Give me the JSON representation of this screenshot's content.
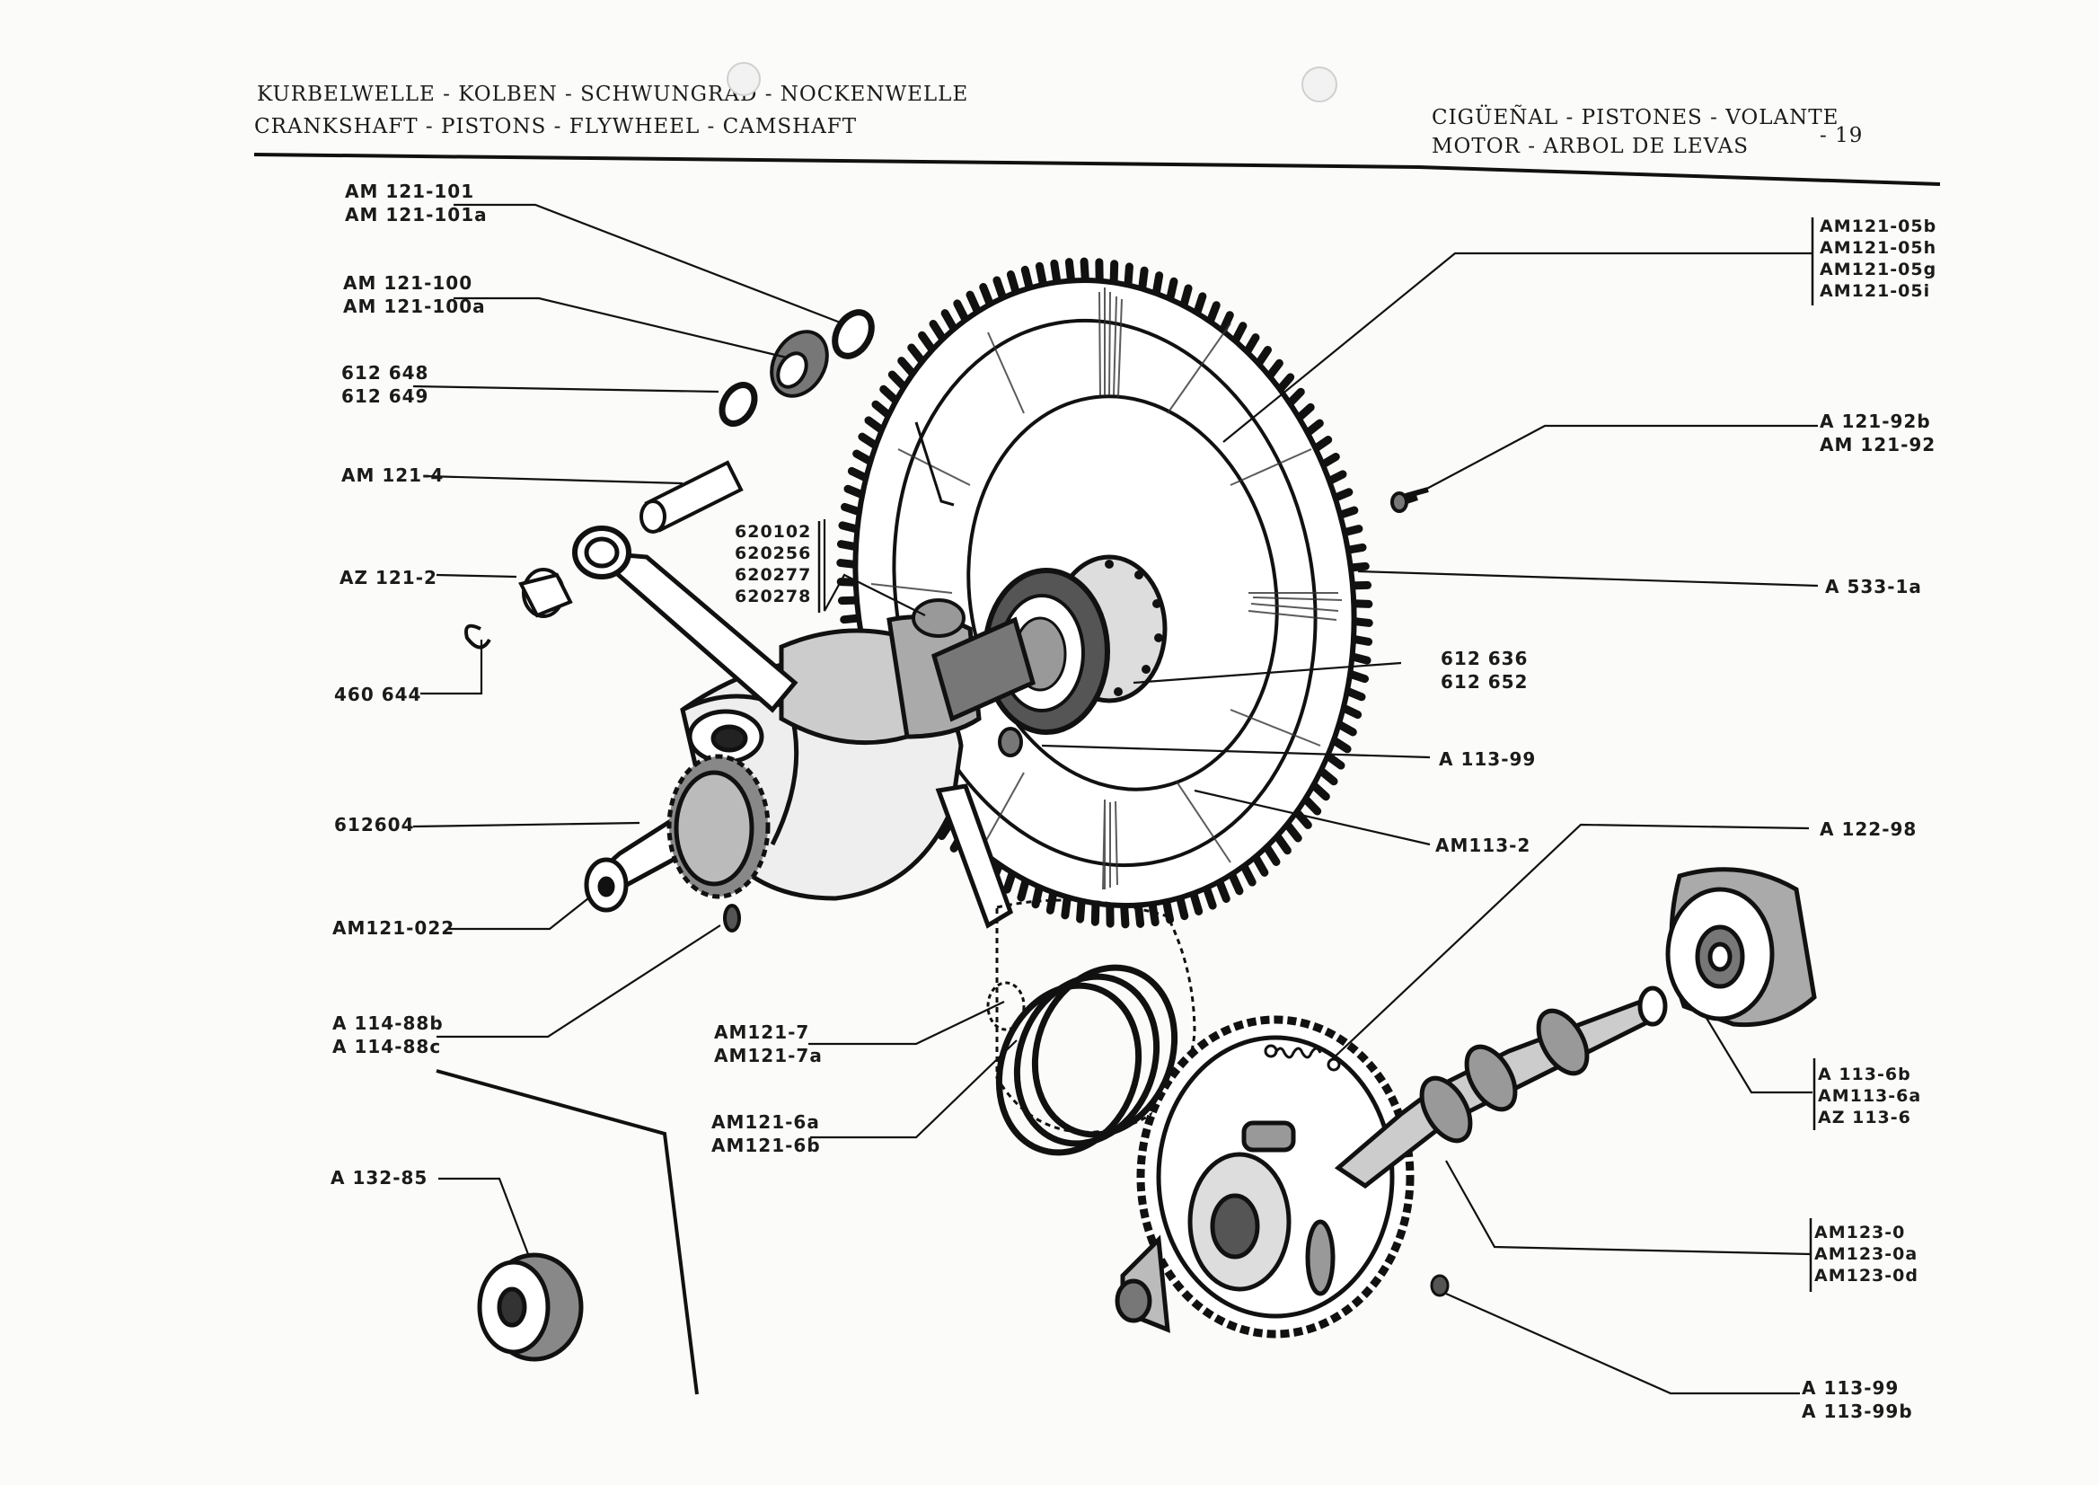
{
  "header": {
    "title_de": "KURBELWELLE - KOLBEN - SCHWUNGRAD - NOCKENWELLE",
    "title_en": "CRANKSHAFT - PISTONS - FLYWHEEL - CAMSHAFT",
    "title_es_1": "CIGÜEÑAL - PISTONES - VOLANTE",
    "title_es_2": "MOTOR - ARBOL DE LEVAS",
    "page_number": "- 19"
  },
  "callouts": [
    {
      "id": "c1",
      "lines": [
        "AM 121-101",
        "AM 121-101a"
      ]
    },
    {
      "id": "c2",
      "lines": [
        "AM 121-100",
        "AM 121-100a"
      ]
    },
    {
      "id": "c3",
      "lines": [
        "612 648",
        "612 649"
      ]
    },
    {
      "id": "c4",
      "lines": [
        "AM 121-4"
      ]
    },
    {
      "id": "c5",
      "lines": [
        "AZ 121-2"
      ]
    },
    {
      "id": "c6",
      "lines": [
        "460 644"
      ]
    },
    {
      "id": "c7",
      "lines": [
        "620102",
        "620256",
        "620277",
        "620278"
      ]
    },
    {
      "id": "c8",
      "lines": [
        "612604"
      ]
    },
    {
      "id": "c9",
      "lines": [
        "AM121-022"
      ]
    },
    {
      "id": "c10",
      "lines": [
        "A 114-88b",
        "A 114-88c"
      ]
    },
    {
      "id": "c11",
      "lines": [
        "AM121-7",
        "AM121-7a"
      ]
    },
    {
      "id": "c12",
      "lines": [
        "AM121-6a",
        "AM121-6b"
      ]
    },
    {
      "id": "c13",
      "lines": [
        "A 132-85"
      ]
    },
    {
      "id": "c14",
      "lines": [
        "AM121-05b",
        "AM121-05h",
        "AM121-05g",
        "AM121-05i"
      ]
    },
    {
      "id": "c15",
      "lines": [
        "A 121-92b",
        "AM 121-92"
      ]
    },
    {
      "id": "c16",
      "lines": [
        "A 533-1a"
      ]
    },
    {
      "id": "c17",
      "lines": [
        "612 636",
        "612 652"
      ]
    },
    {
      "id": "c18",
      "lines": [
        "A 113-99"
      ]
    },
    {
      "id": "c19",
      "lines": [
        "AM113-2"
      ]
    },
    {
      "id": "c20",
      "lines": [
        "A 122-98"
      ]
    },
    {
      "id": "c21",
      "lines": [
        "A 113-6b",
        "AM113-6a",
        "AZ 113-6"
      ]
    },
    {
      "id": "c22",
      "lines": [
        "AM123-0",
        "AM123-0a",
        "AM123-0d"
      ]
    },
    {
      "id": "c23",
      "lines": [
        "A 113-99",
        "A 113-99b"
      ]
    }
  ]
}
